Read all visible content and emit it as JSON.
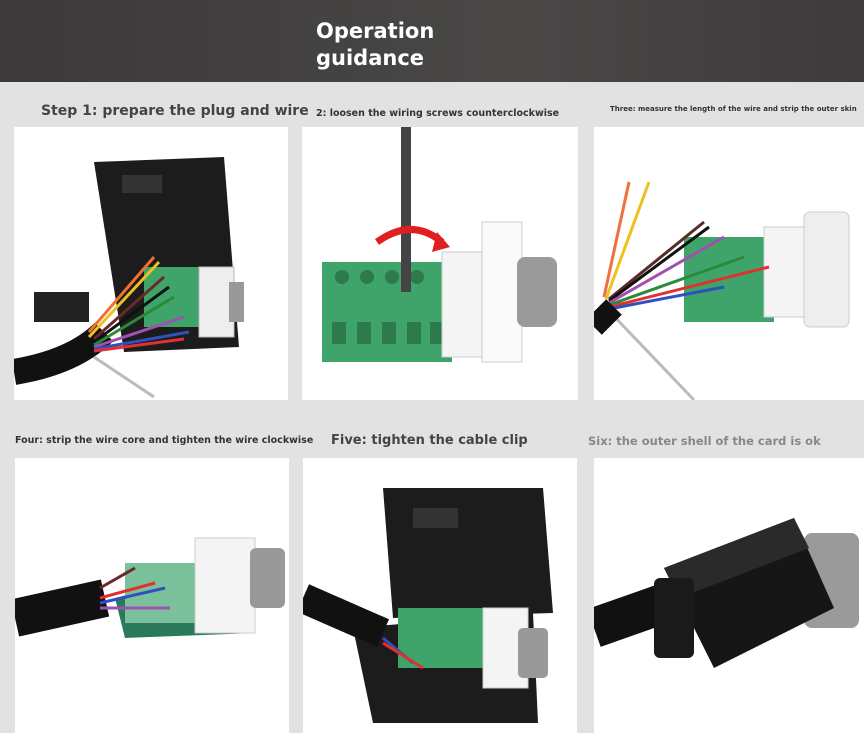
{
  "header": {
    "title_line1": "Operation",
    "title_line2": "guidance"
  },
  "steps": [
    {
      "caption": "Step 1: prepare the plug and wire"
    },
    {
      "caption": "2: loosen the wiring screws counterclockwise"
    },
    {
      "caption": "Three: measure the length of the wire and strip the outer skin"
    },
    {
      "caption": "Four: strip the wire core and tighten the wire clockwise"
    },
    {
      "caption": "Five: tighten the cable clip"
    },
    {
      "caption": "Six: the outer shell of the card is ok"
    }
  ],
  "colors": {
    "header": "#3b3939",
    "background": "#e2e2e2",
    "terminal_green": "#3fa46a",
    "shell_black": "#1a1a1a"
  }
}
